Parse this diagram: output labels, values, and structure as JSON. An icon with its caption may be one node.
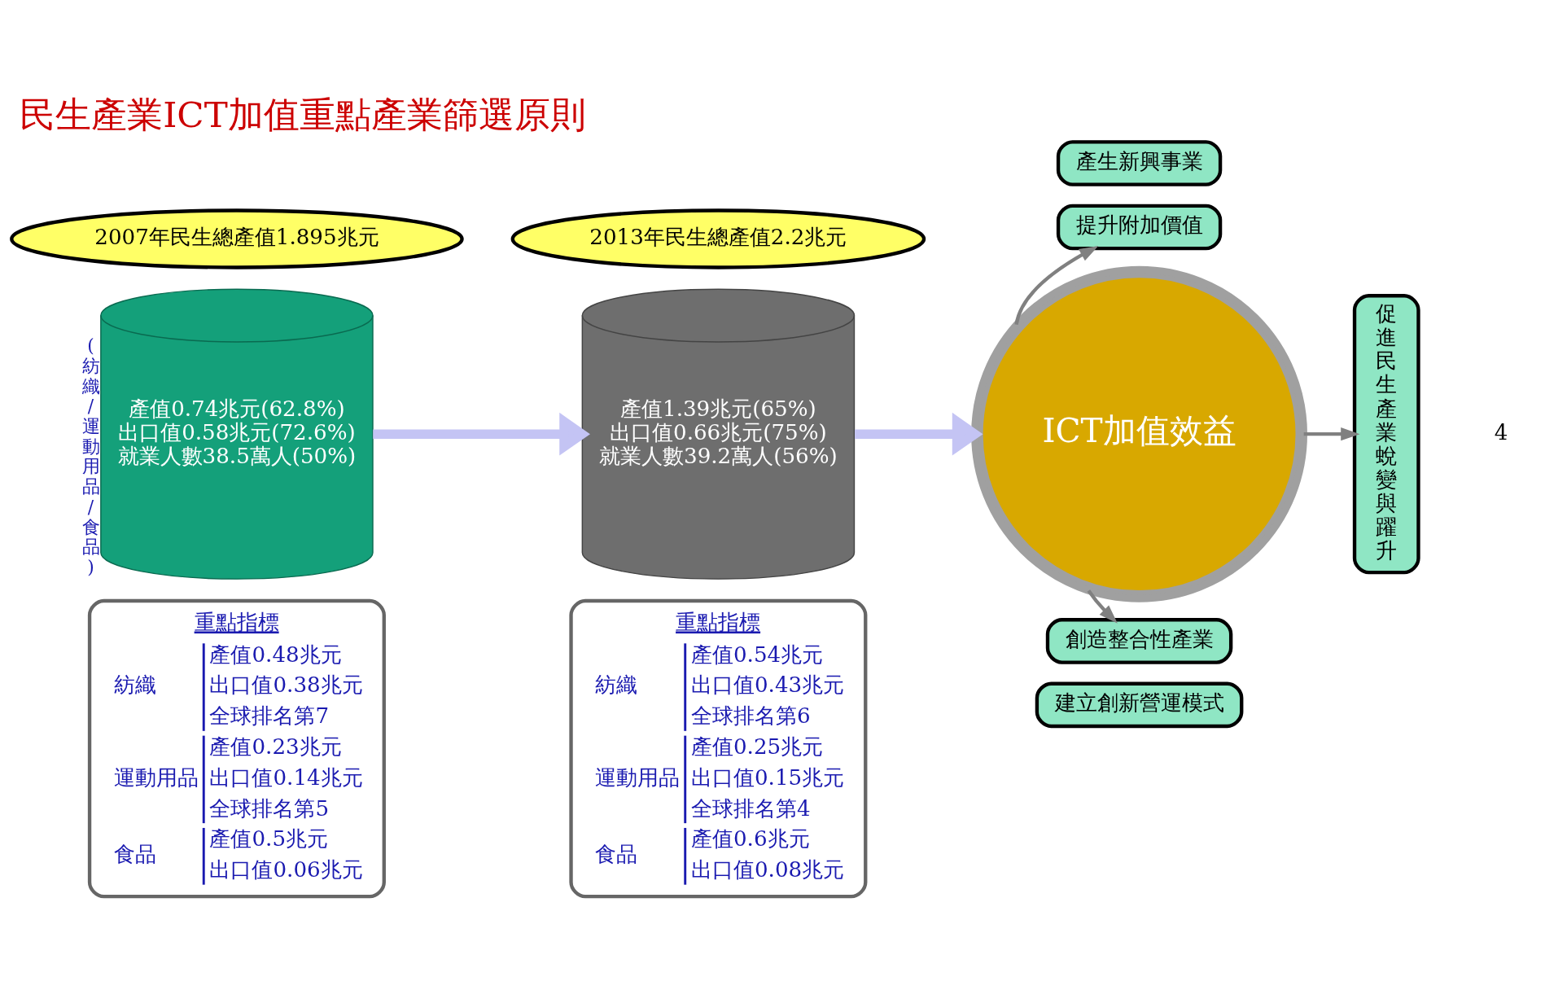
{
  "diagram": {
    "title": "民生產業ICT加值重點產業篩選原則",
    "nodes": [
      {
        "text": [
          "2007年民生總產值1.895兆元"
        ]
      },
      {
        "text": [
          "2013年民生總產值2.2兆元"
        ]
      },
      {
        "text": [
          "產值0.74兆元(62.8%)",
          "出口值0.58兆元(72.6%)",
          "就業人數38.5萬人(50%)"
        ],
        "beside": [
          "(紡織/運動用品/食品)"
        ]
      },
      {
        "text": [
          "產值1.39兆元(65%)",
          "出口值0.66兆元(75%)",
          "就業人數39.2萬人(56%)"
        ]
      },
      {
        "text": [
          "重點指標",
          "紡織",
          "產值0.48兆元",
          "出口值0.38兆元",
          "全球排名第7",
          "運動用品",
          "產值0.23兆元",
          "出口值0.14兆元",
          "全球排名第5",
          "食品",
          "產值0.5兆元",
          "出口值0.06兆元"
        ]
      },
      {
        "text": [
          "重點指標",
          "紡織",
          "產值0.54兆元",
          "出口值0.43兆元",
          "全球排名第6",
          "運動用品",
          "產值0.25兆元",
          "出口值0.15兆元",
          "全球排名第4",
          "食品",
          "產值0.6兆元",
          "出口值0.08兆元"
        ]
      },
      {
        "text": [
          "ICT加值效益"
        ]
      },
      {
        "text": [
          "產生新興事業"
        ]
      },
      {
        "text": [
          "提升附加價值"
        ]
      },
      {
        "text": [
          "創造整合性產業"
        ]
      },
      {
        "text": [
          "建立創新營運模式"
        ]
      },
      {
        "text": [
          "促進民生產業蛻變與躍升"
        ]
      }
    ],
    "edges": [
      {
        "from": 2,
        "to": 3,
        "arrow": "to",
        "style": "thick",
        "color": "#c4c4f4"
      },
      {
        "from": 3,
        "to": 6,
        "arrow": "to",
        "style": "thick",
        "color": "#c4c4f4"
      },
      {
        "from": 6,
        "to": 8,
        "arrow": "to"
      },
      {
        "from": 6,
        "to": 9,
        "arrow": "to"
      },
      {
        "from": 6,
        "to": 11,
        "arrow": "to"
      }
    ],
    "labels": [
      "4"
    ]
  }
}
